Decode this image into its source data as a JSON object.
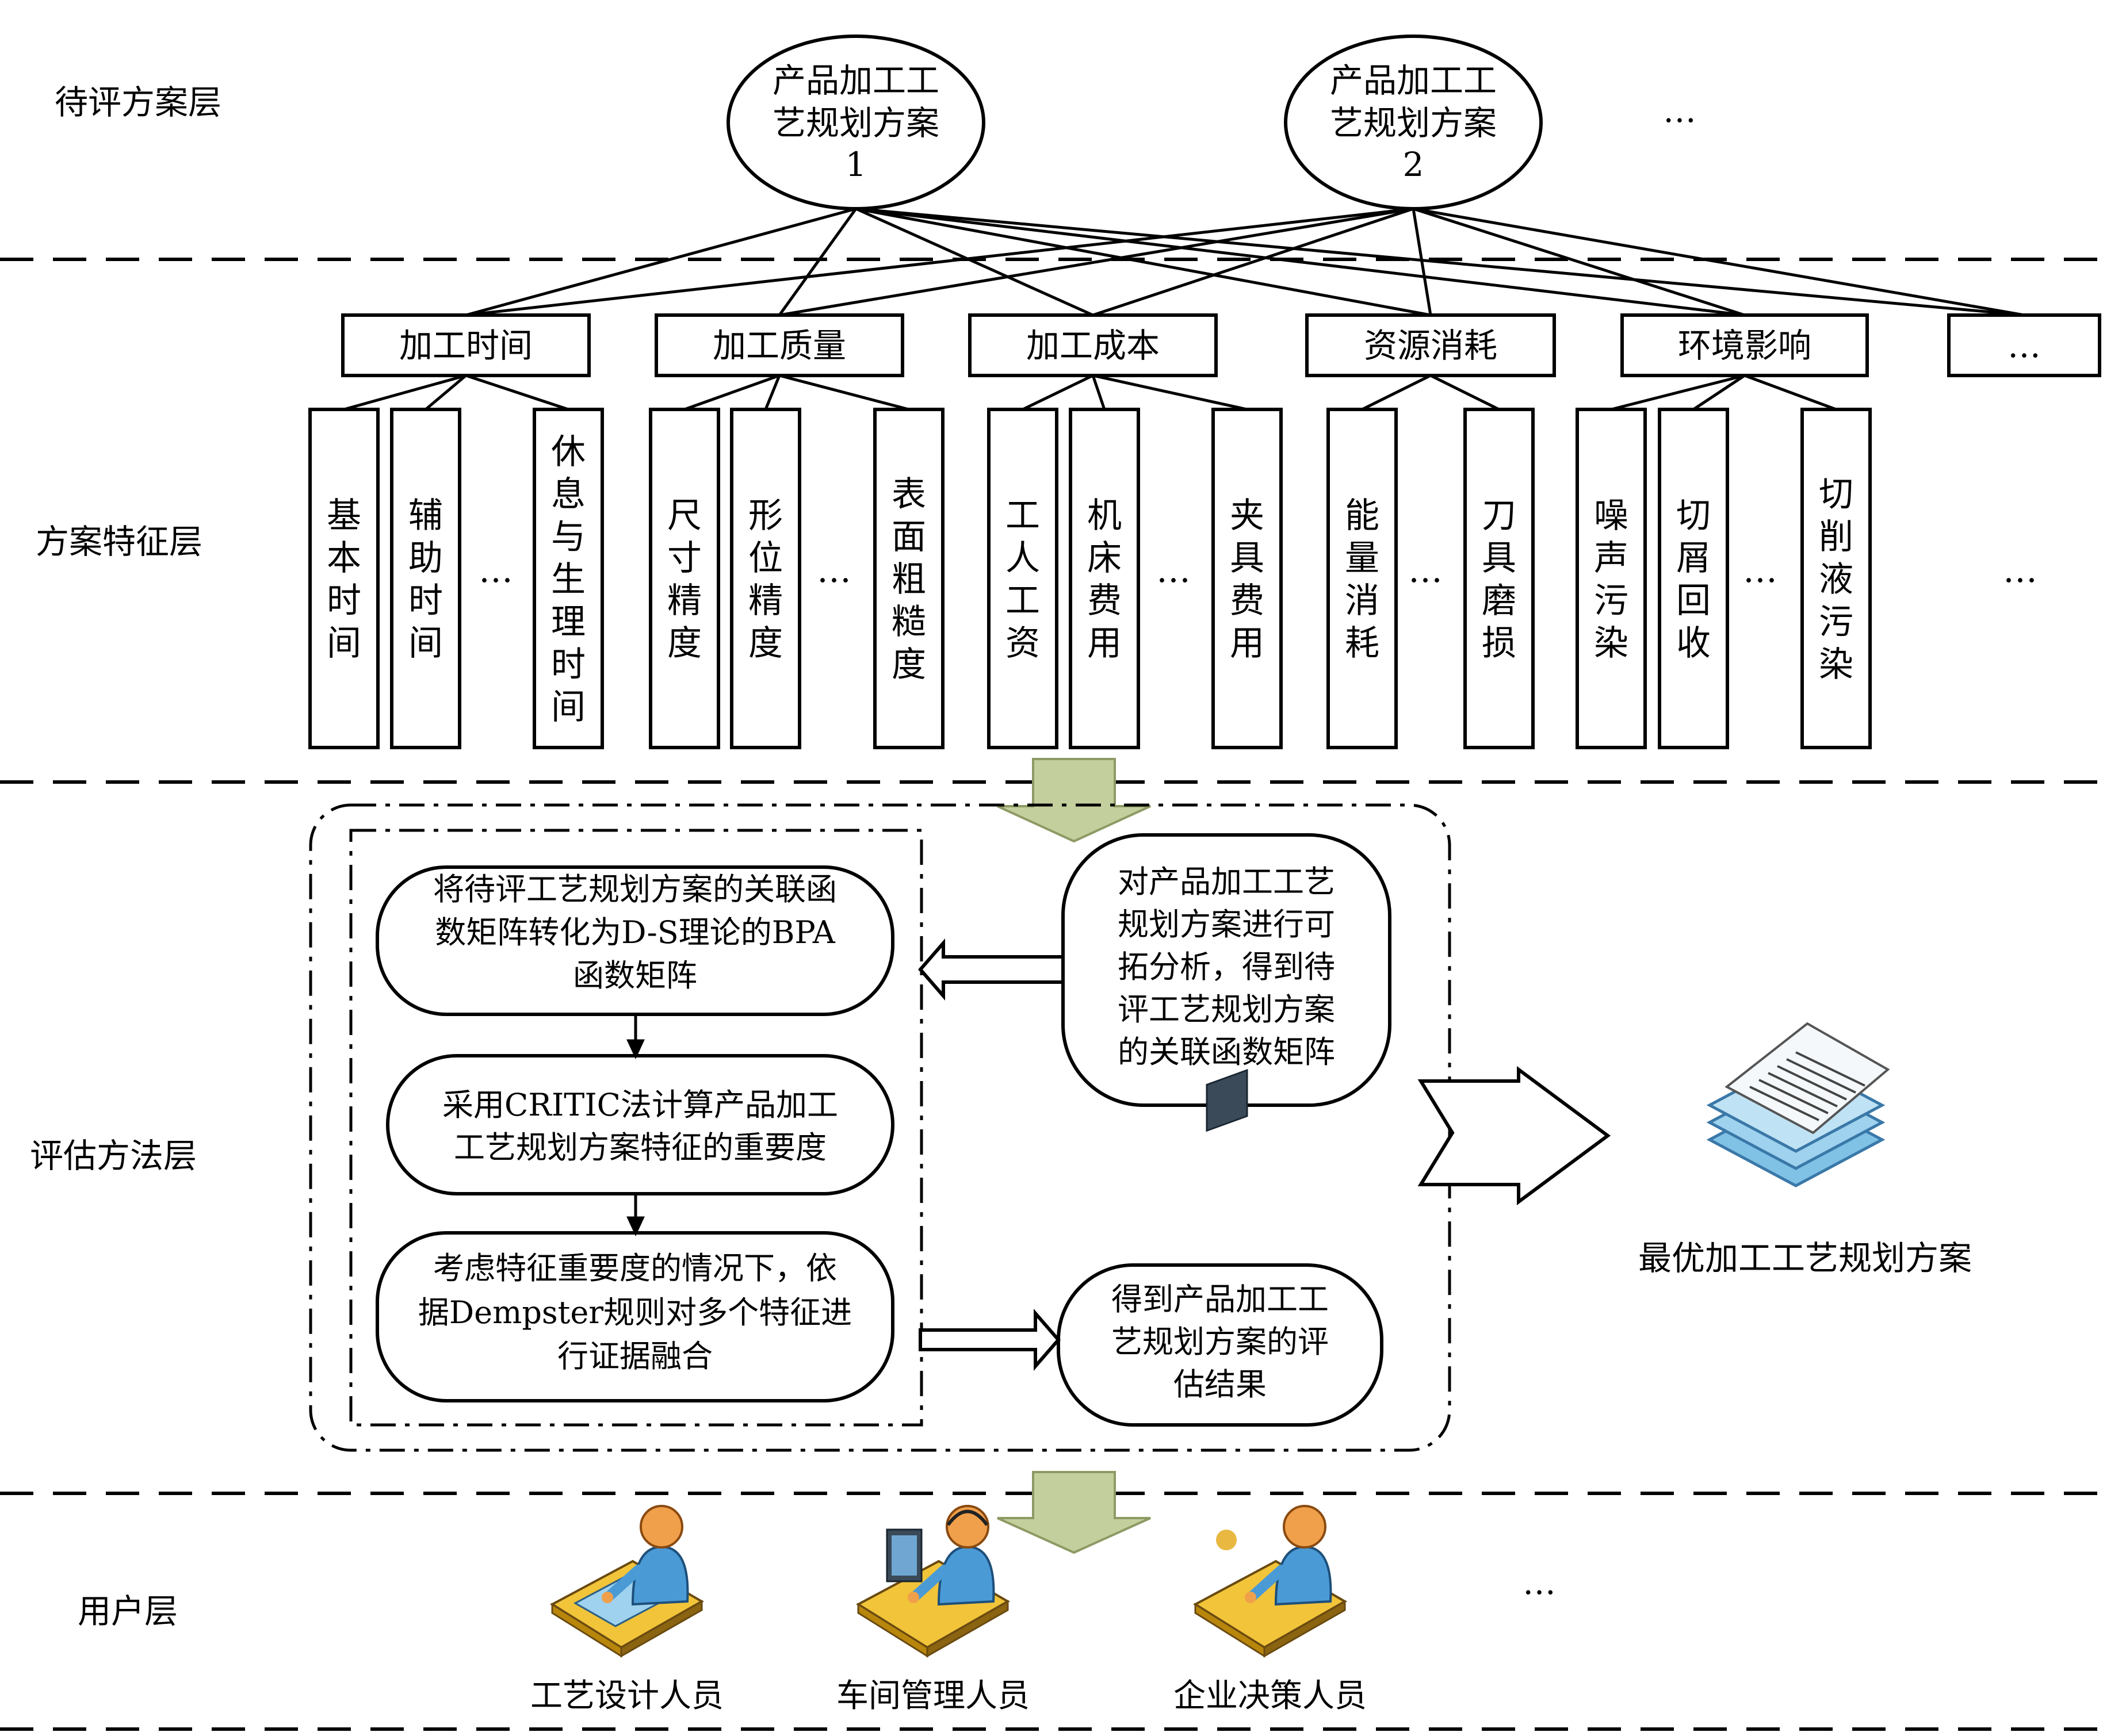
{
  "layers": [
    {
      "id": "alt",
      "label": "待评方案层"
    },
    {
      "id": "feature",
      "label": "方案特征层"
    },
    {
      "id": "method",
      "label": "评估方法层"
    },
    {
      "id": "user",
      "label": "用户层"
    }
  ],
  "alternatives": [
    {
      "lines": [
        "产品加工工",
        "艺规划方案",
        "1"
      ]
    },
    {
      "lines": [
        "产品加工工",
        "艺规划方案",
        "2"
      ]
    }
  ],
  "alternatives_more": "…",
  "categories": [
    {
      "label": "加工时间",
      "features": [
        "基本时间",
        "辅助时间",
        "…",
        "休息与生理时间"
      ]
    },
    {
      "label": "加工质量",
      "features": [
        "尺寸精度",
        "形位精度",
        "…",
        "表面粗糙度"
      ]
    },
    {
      "label": "加工成本",
      "features": [
        "工人工资",
        "机床费用",
        "…",
        "夹具费用"
      ]
    },
    {
      "label": "资源消耗",
      "features": [
        "能量消耗",
        "…",
        "刀具磨损"
      ]
    },
    {
      "label": "环境影响",
      "features": [
        "噪声污染",
        "切屑回收",
        "…",
        "切削液污染"
      ]
    },
    {
      "label": "…",
      "features": [
        "…"
      ]
    }
  ],
  "method": {
    "analysis": [
      "对产品加工工艺",
      "规划方案进行可",
      "拓分析，得到待",
      "评工艺规划方案",
      "的关联函数矩阵"
    ],
    "steps": [
      [
        "将待评工艺规划方案的关联函",
        "数矩阵转化为D-S理论的BPA",
        "函数矩阵"
      ],
      [
        "采用CRITIC法计算产品加工",
        "工艺规划方案特征的重要度"
      ],
      [
        "考虑特征重要度的情况下，依",
        "据Dempster规则对多个特征进",
        "行证据融合"
      ]
    ],
    "result": [
      "得到产品加工工",
      "艺规划方案的评",
      "估结果"
    ]
  },
  "optimal_label": "最优加工工艺规划方案",
  "users": [
    {
      "label": "工艺设计人员",
      "icon": "designer-icon"
    },
    {
      "label": "车间管理人员",
      "icon": "manager-icon"
    },
    {
      "label": "企业决策人员",
      "icon": "decision-maker-icon"
    }
  ],
  "users_more": "…",
  "colors": {
    "arrow_fill": "#c4cf9e",
    "arrow_stroke": "#8e9a64",
    "doc_fill": "#cfe8f4",
    "doc_stroke": "#3a78a8",
    "skin": "#f0a04b",
    "desk": "#f2c43a",
    "shirt": "#4a9ad6"
  }
}
